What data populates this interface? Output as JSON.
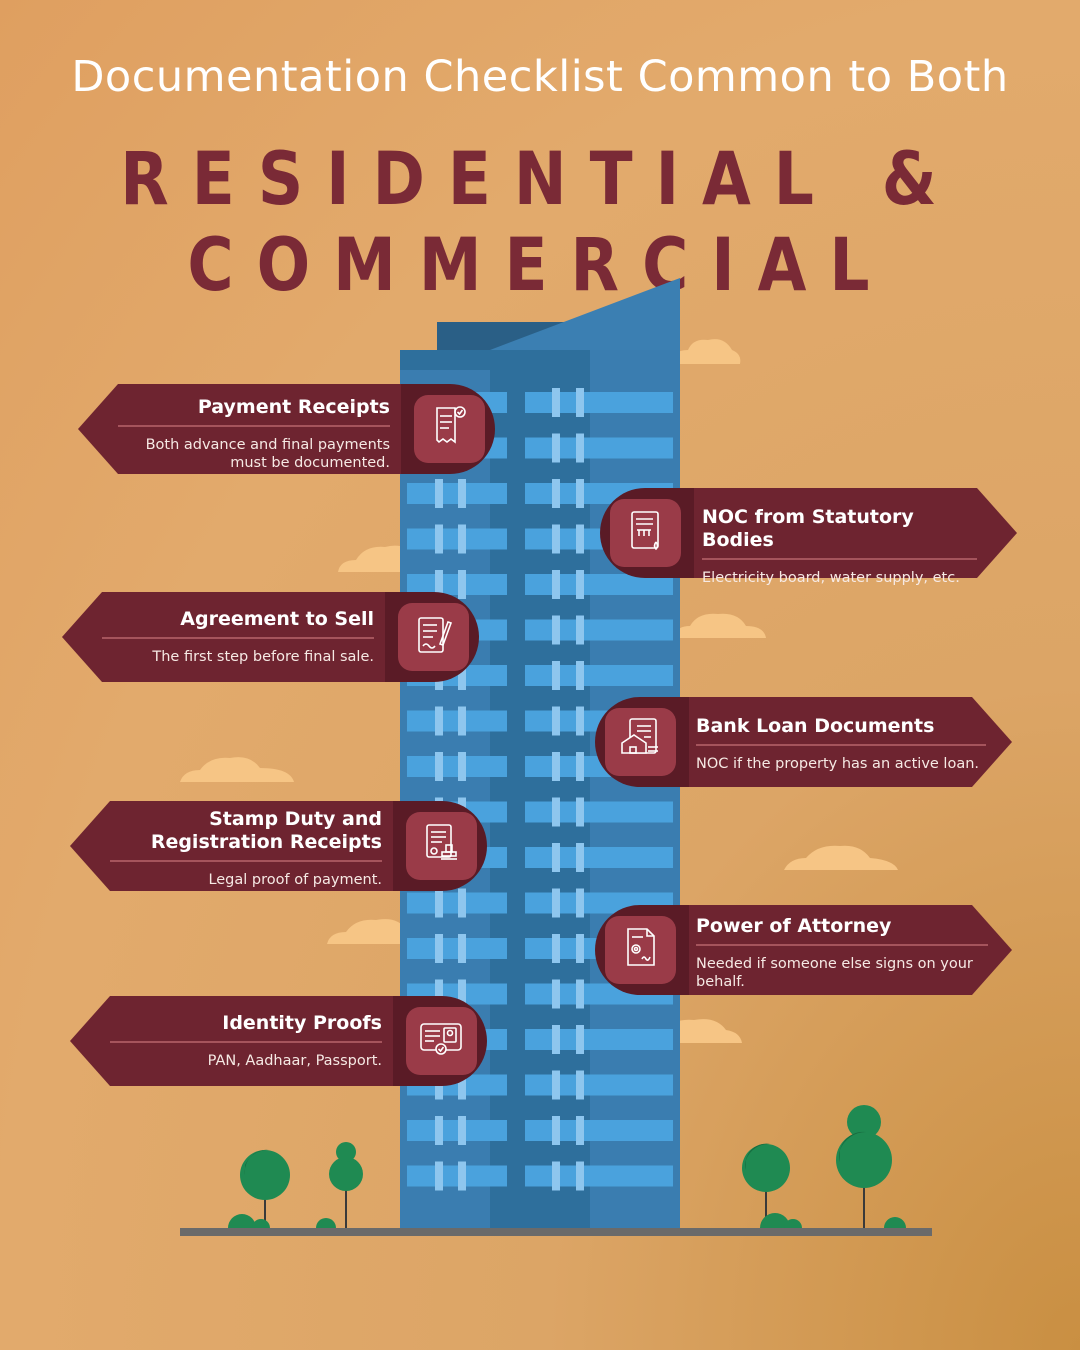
{
  "header": {
    "title": "Documentation Checklist Common to Both",
    "subtitle": "RESIDENTIAL & COMMERCIAL"
  },
  "colors": {
    "maroon": "#6e2430",
    "maroon_dark": "#5a1b26",
    "icon_tile": "#9a3b48",
    "building_light": "#4aa2dd",
    "building_dark": "#2e6f9c",
    "cloud": "#f6c585",
    "tree": "#1f8a52"
  },
  "items": [
    {
      "title": "Payment Receipts",
      "desc": "Both advance and final payments must be documented.",
      "icon": "receipt-icon",
      "side": "left"
    },
    {
      "title": "NOC from Statutory Bodies",
      "desc": "Electricity board, water supply, etc.",
      "icon": "certificate-icon",
      "side": "right"
    },
    {
      "title": "Agreement to Sell",
      "desc": "The first step before final sale.",
      "icon": "contract-pen-icon",
      "side": "left"
    },
    {
      "title": "Bank Loan Documents",
      "desc": "NOC if the property has an active loan.",
      "icon": "home-loan-document-icon",
      "side": "right"
    },
    {
      "title": "Stamp Duty and Registration Receipts",
      "desc": "Legal proof of payment.",
      "icon": "stamp-document-icon",
      "side": "left"
    },
    {
      "title": "Power of Attorney",
      "desc": "Needed if someone else signs on your behalf.",
      "icon": "signed-document-icon",
      "side": "right"
    },
    {
      "title": "Identity Proofs",
      "desc": "PAN, Aadhaar, Passport.",
      "icon": "id-card-icon",
      "side": "left"
    }
  ]
}
